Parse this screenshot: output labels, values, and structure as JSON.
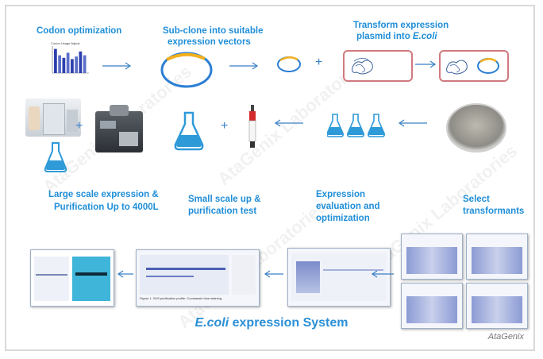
{
  "steps": {
    "codon": "Codon optimization",
    "subclone_1": "Sub-clone into suitable",
    "subclone_2": "expression vectors",
    "transform_1": "Transform expression",
    "transform_2": "plasmid into ",
    "transform_2_italic": "E.coli",
    "select_1": "Select",
    "select_2": "transformants",
    "evaluate_1": "Expression",
    "evaluate_2": "evaluation and",
    "evaluate_3": "optimization",
    "small_1": "Small scale up &",
    "small_2": "purification test",
    "large_1": "Large scale expression &",
    "large_2": "Purification Up to 4000L"
  },
  "plus_sign": "+",
  "chart_inset_title": "Codon Usage Adjust",
  "chart_data": {
    "type": "bar",
    "categories": [
      "",
      "",
      "",
      "",
      "",
      "",
      "",
      ""
    ],
    "series": [
      {
        "values": [
          95,
          70,
          60,
          80,
          55,
          65,
          85,
          70
        ]
      }
    ],
    "xlabel": "",
    "ylabel": ""
  },
  "gel_caption": "Figure 1. SH3 purification profile. Coomassie blue staining.",
  "title_italic": "E.coli",
  "title_rest": " expression System",
  "brand": "AtaGenix",
  "watermark": "AtaGenix Laboratories",
  "colors": {
    "label_blue": "#1f8ed8",
    "arrow_blue": "#3a7fc4",
    "flask_blue": "#2f9ad8",
    "plasmid_ring": "#2c7fd4",
    "plasmid_insert": "#f2b01e",
    "box_border": "#d07a80",
    "gel_stain": "#4a5fb5"
  }
}
